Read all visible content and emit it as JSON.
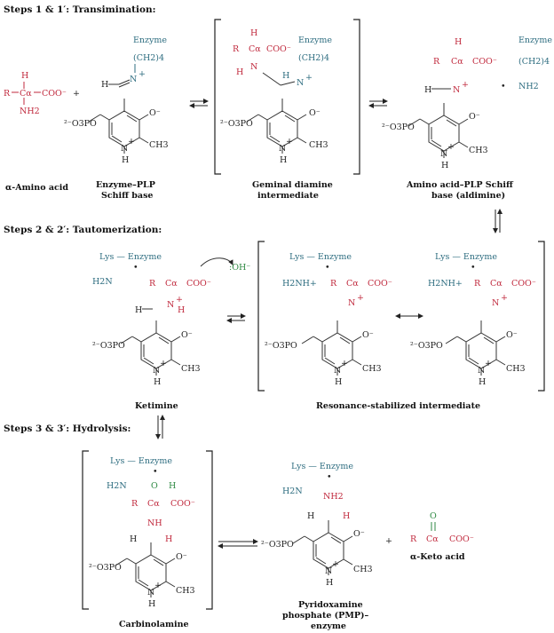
{
  "steps": {
    "s1": "Steps 1 & 1′:  Transimination:",
    "s2": "Steps 2 & 2′:  Tautomerization:",
    "s3": "Steps 3 & 3′:  Hydrolysis:"
  },
  "captions": {
    "amino_acid": "α-Amino acid",
    "enzyme_plp_1": "Enzyme–PLP",
    "enzyme_plp_2": "Schiff base",
    "geminal_1": "Geminal diamine",
    "geminal_2": "intermediate",
    "aldimine_1": "Amino acid–PLP Schiff",
    "aldimine_2": "base (aldimine)",
    "ketimine": "Ketimine",
    "resonance": "Resonance-stabilized intermediate",
    "carbinolamine": "Carbinolamine",
    "pmp_1": "Pyridoxamine",
    "pmp_2": "phosphate (PMP)–",
    "pmp_3": "enzyme",
    "keto_acid": "α-Keto acid"
  },
  "labels": {
    "enzyme": "Enzyme",
    "lys_enzyme": "Lys — Enzyme",
    "ch2_4": "(CH2)4",
    "nh2": "NH2",
    "h2n": "H2N",
    "h2nh_plus": "H2NH+",
    "coo_minus": "COO⁻",
    "oh_minus": ":OH⁻",
    "phosphate": "²⁻O3PO",
    "ch3": "CH3",
    "r": "R",
    "h": "H",
    "c_alpha": "Cα",
    "n": "N",
    "nh": "NH",
    "o_minus": "O⁻",
    "o": "O",
    "plus": "+",
    "dot": "•"
  },
  "colors": {
    "substrate": "#c0283c",
    "enzyme": "#2e6d80",
    "water": "#2f8a44",
    "ink": "#222222"
  }
}
